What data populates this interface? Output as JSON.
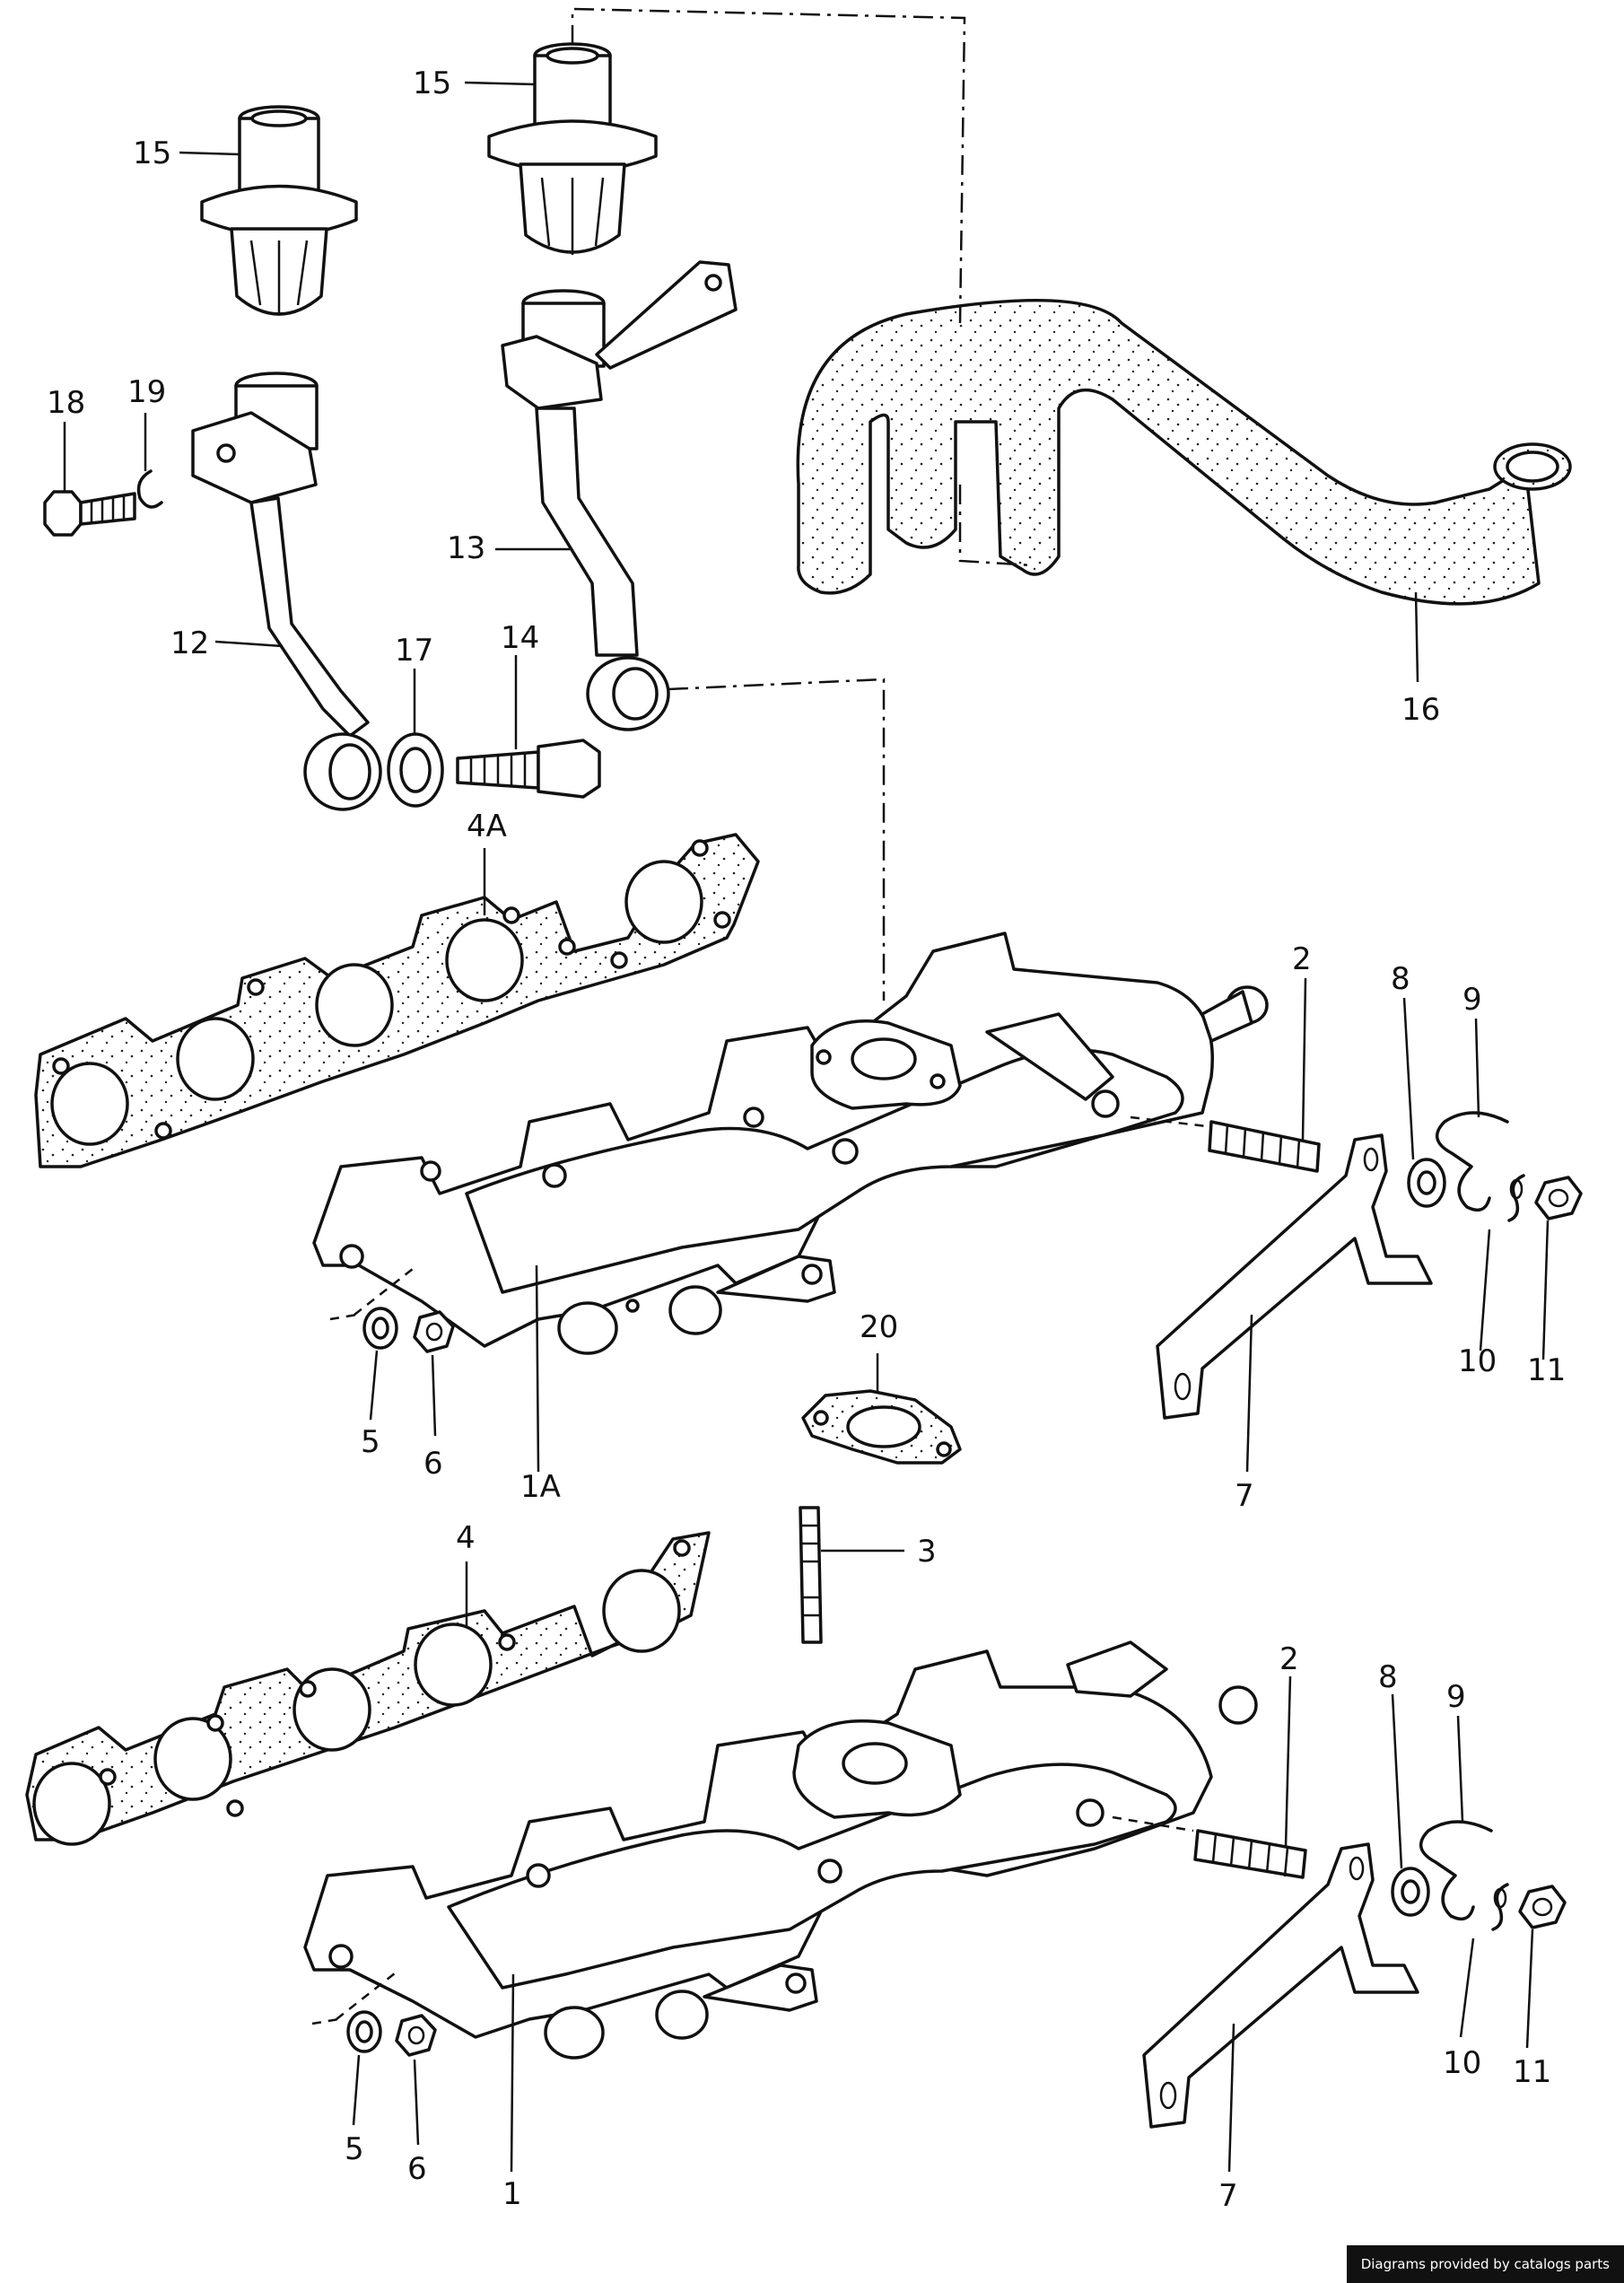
{
  "credit": "Diagrams provided by catalogs parts",
  "callouts": {
    "c15a": "15",
    "c15b": "15",
    "c18": "18",
    "c19": "19",
    "c12": "12",
    "c13": "13",
    "c17": "17",
    "c14": "14",
    "c16": "16",
    "c4a": "4A",
    "c2a": "2",
    "c8a": "8",
    "c9a": "9",
    "c10a": "10",
    "c11a": "11",
    "c5a": "5",
    "c6a": "6",
    "c1a": "1A",
    "c20": "20",
    "c7a": "7",
    "c4": "4",
    "c3": "3",
    "c2b": "2",
    "c8b": "8",
    "c9b": "9",
    "c10b": "10",
    "c11b": "11",
    "c5b": "5",
    "c6b": "6",
    "c1": "1",
    "c7b": "7"
  }
}
